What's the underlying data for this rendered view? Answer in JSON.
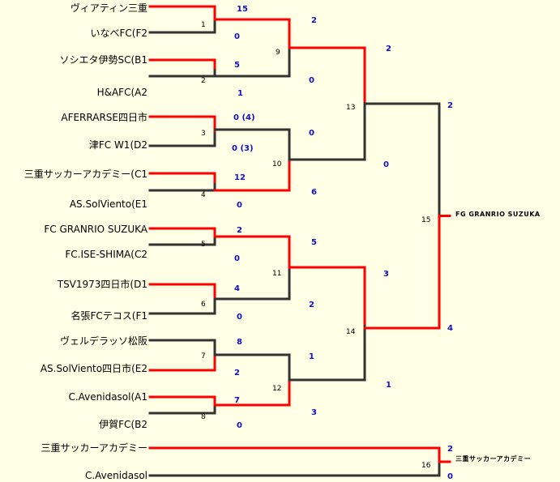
{
  "teams": [
    "ヴィアティン三重",
    "いなべFC(F2",
    "ソシエタ伊勢SC(B1",
    "H&AFC(A2",
    "AFERRARSE四日市",
    "津FC W1(D2",
    "三重サッカーアカデミー(C1",
    "AS.SolViento(E1",
    "FC GRANRIO SUZUKA",
    "FC.ISE-SHIMA(C2",
    "TSV1973四日市(D1",
    "名張FCテコス(F1",
    "ヴェルデラッソ松阪",
    "AS.SolViento四日市(E2",
    "C.Avenidasol(A1",
    "伊賀FC(B2",
    "三重サッカーアカデミー",
    "C.Avenidasol"
  ],
  "round1_scores": [
    "15",
    "0",
    "5",
    "1",
    "0 (4)",
    "0 (3)",
    "12",
    "0",
    "2",
    "0",
    "4",
    "0",
    "8",
    "2",
    "7",
    "0"
  ],
  "round2_scores": [
    "2",
    "0",
    "0",
    "6",
    "5",
    "2",
    "1",
    "3"
  ],
  "round3_scores": [
    "2",
    "0",
    "3",
    "1"
  ],
  "final_scores": [
    "2",
    "4"
  ],
  "third_place_scores": [
    "2",
    "0"
  ],
  "match_numbers": [
    "1",
    "2",
    "3",
    "4",
    "5",
    "6",
    "7",
    "8",
    "9",
    "10",
    "11",
    "12",
    "13",
    "14",
    "15",
    "16"
  ],
  "final_winner": "FG GRANRIO SUZUKA",
  "third_place_winner": "三重サッカーアカデミー",
  "colors": {
    "win_line": "#ff0000",
    "lose_line": "#333333",
    "score_text": "#1010c0",
    "background": "#ffffe6"
  }
}
